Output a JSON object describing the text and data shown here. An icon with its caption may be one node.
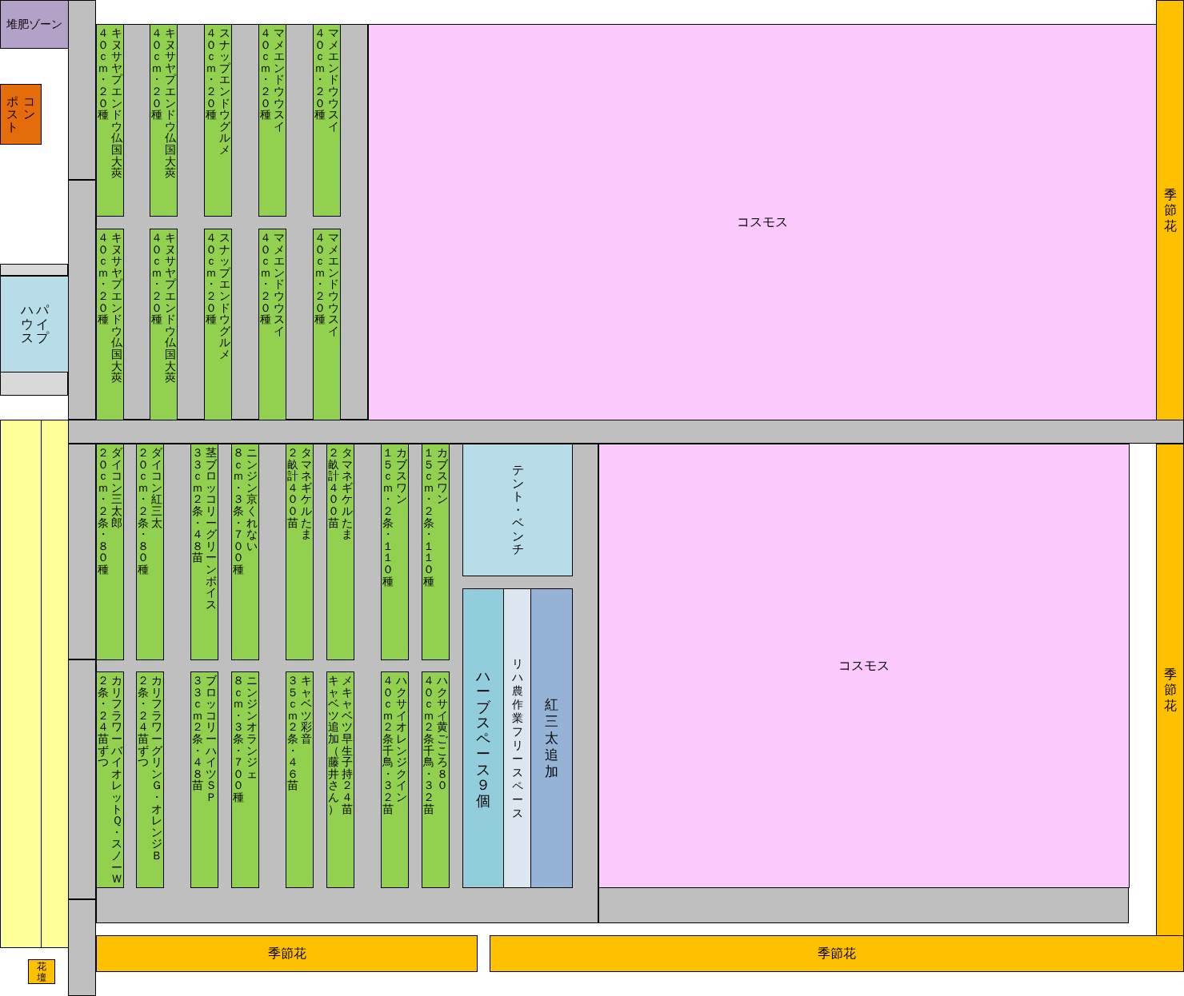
{
  "diagram": {
    "nodes": [
      {
        "text": [
          "堆肥ゾーン"
        ]
      },
      {
        "text": [
          "コンポスト"
        ]
      },
      {
        "text": [
          "パイプハウス"
        ]
      },
      {
        "text": [
          "４０ｃｍ・２０種",
          "キヌサヤプエンドウ仏国大莢"
        ]
      },
      {
        "text": [
          "４０ｃｍ・２０種",
          "キヌサヤプエンドウ仏国大莢"
        ]
      },
      {
        "text": [
          "４０ｃｍ・２０種",
          "スナップエンドウグルメ"
        ]
      },
      {
        "text": [
          "４０ｃｍ・２０種",
          "マメエンドウウスイ"
        ]
      },
      {
        "text": [
          "４０ｃｍ・２０種",
          "マメエンドウウスイ"
        ]
      },
      {
        "text": [
          "４０ｃｍ・２０種",
          "キヌサヤプエンドウ仏国大莢"
        ]
      },
      {
        "text": [
          "４０ｃｍ・２０種",
          "キヌサヤプエンドウ仏国大莢"
        ]
      },
      {
        "text": [
          "４０ｃｍ・２０種",
          "スナップエンドウグルメ"
        ]
      },
      {
        "text": [
          "４０ｃｍ・２０種",
          "マメエンドウウスイ"
        ]
      },
      {
        "text": [
          "４０ｃｍ・２０種",
          "マメエンドウウスイ"
        ]
      },
      {
        "text": [
          "コスモス"
        ]
      },
      {
        "text": [
          "季節花"
        ]
      },
      {
        "text": [],
        "shape": "box"
      },
      {
        "text": [],
        "shape": "box"
      },
      {
        "text": [
          "２０ｃｍ・２条・８０種",
          "ダイコン三太郎"
        ]
      },
      {
        "text": [
          "２０ｃｍ・２条・８０種",
          "ダイコン紅三太"
        ]
      },
      {
        "text": [
          "３３ｃｍ２条・４８苗",
          "茎ブロッコリーグリーンボイス"
        ]
      },
      {
        "text": [
          "８ｃｍ・３条・７００種",
          "ニンジン京くれない"
        ]
      },
      {
        "text": [
          "２畝計４００苗",
          "タマネギケルたま"
        ]
      },
      {
        "text": [
          "２畝計４００苗",
          "タマネギケルたま"
        ]
      },
      {
        "text": [
          "１５ｃｍ・２条・１１０種",
          "カブスワン"
        ]
      },
      {
        "text": [
          "１５ｃｍ・２条・１１０種",
          "カブスワン"
        ]
      },
      {
        "text": [
          "テント・ベンチ"
        ]
      },
      {
        "text": [
          "２条・２４苗ずつ",
          "カリフラワーバイオレットＱ・スノーＷ"
        ]
      },
      {
        "text": [
          "２条・２４苗ずつ",
          "カリフラワーグリンＧ・オレンジＢ"
        ]
      },
      {
        "text": [
          "３３ｃｍ２条・４８苗",
          "ブロッコリーハイツＳＰ"
        ]
      },
      {
        "text": [
          "８ｃｍ・３条・７００種",
          "ニンジンオランジェ"
        ]
      },
      {
        "text": [
          "３５ｃｍ２条・４６苗",
          "キャベツ彩音"
        ]
      },
      {
        "text": [
          "キャベツ追加（藤井さん）",
          "メキャベツ早生子持２４苗"
        ]
      },
      {
        "text": [
          "４０ｃｍ２条千鳥・３２苗",
          "ハクサイオレンジクイン"
        ]
      },
      {
        "text": [
          "４０ｃｍ２条千鳥・３２苗",
          "ハクサイ黄ごころ８０"
        ]
      },
      {
        "text": [
          "ハーブスペース９個"
        ]
      },
      {
        "text": [
          "リハ農作業フリースペース"
        ]
      },
      {
        "text": [
          "紅三太追加"
        ]
      },
      {
        "text": [
          "コスモス"
        ]
      },
      {
        "text": [
          "季節花"
        ]
      },
      {
        "text": [
          "花壇"
        ]
      },
      {
        "text": [
          "季節花"
        ]
      },
      {
        "text": [
          "季節花"
        ]
      }
    ]
  }
}
